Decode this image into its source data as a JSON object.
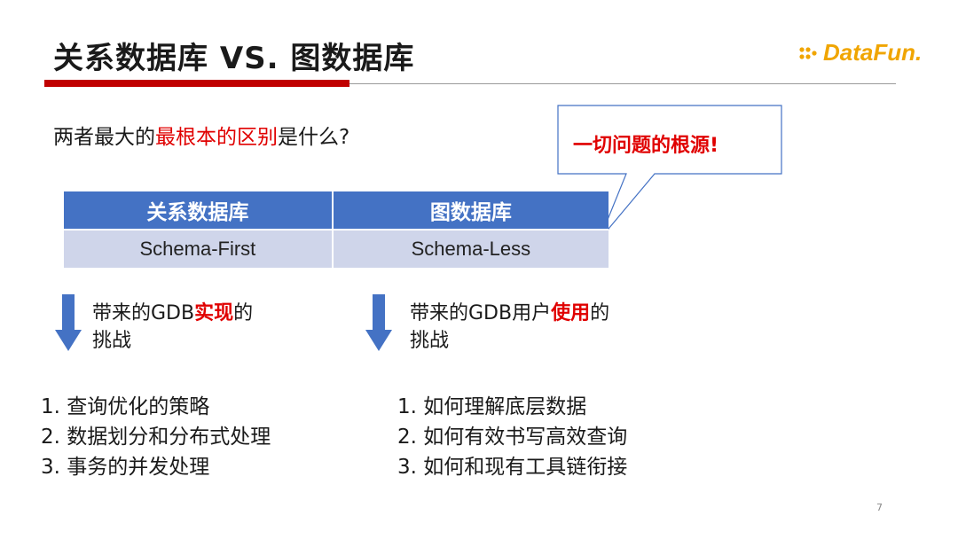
{
  "slide": {
    "title": "关系数据库 VS. 图数据库",
    "logo_text": "DataFun.",
    "question": {
      "prefix": "两者最大的",
      "highlight": "最根本的区别",
      "suffix": "是什么?"
    },
    "callout": "一切问题的根源!",
    "table": {
      "headers": [
        "关系数据库",
        "图数据库"
      ],
      "row": [
        "Schema-First",
        "Schema-Less"
      ]
    },
    "left_challenge": {
      "line1_prefix": "带来的GDB",
      "line1_highlight": "实现",
      "line1_suffix": "的",
      "line2": "挑战"
    },
    "right_challenge": {
      "line1_prefix": "带来的GDB用户",
      "line1_highlight": "使用",
      "line1_suffix": "的",
      "line2": "挑战"
    },
    "left_list": [
      "1. 查询优化的策略",
      "2. 数据划分和分布式处理",
      "3. 事务的并发处理"
    ],
    "right_list": [
      "1. 如何理解底层数据",
      "2. 如何有效书写高效查询",
      "3. 如何和现有工具链衔接"
    ],
    "page_number": "7",
    "colors": {
      "accent_red": "#c00000",
      "highlight_red": "#e00000",
      "table_header": "#4472c4",
      "table_row": "#cfd5ea",
      "logo": "#f0a500"
    }
  }
}
